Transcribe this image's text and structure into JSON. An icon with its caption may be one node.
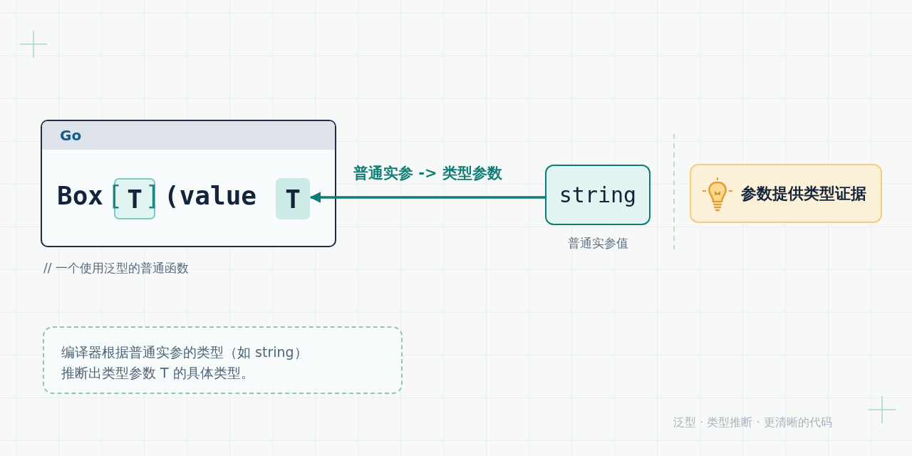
{
  "diagram": {
    "nodes": [
      {
        "text": [
          "Go"
        ],
        "beside": [
          "// 一个使用泛型的普通函数"
        ]
      },
      {
        "text": [
          "T"
        ],
        "in": 0
      },
      {
        "text": [
          "T"
        ],
        "in": 0
      },
      {
        "text": [
          "string"
        ],
        "beside": [
          "普通实参值"
        ]
      },
      {
        "text": [
          "参数提供类型证据"
        ]
      },
      {
        "text": [
          "编译器根据普通实参的类型（如 string）推断出类型参数 T 的具体类型。"
        ]
      }
    ],
    "edges": [
      {
        "from": 3,
        "to": 2,
        "arrow": "to",
        "label": "普通实参 -> 类型参数",
        "color": "#0e7d75"
      }
    ],
    "labels": [
      "Box",
      "[",
      "]",
      "(value",
      "泛型 · 类型推断 · 更清晰的代码"
    ]
  }
}
